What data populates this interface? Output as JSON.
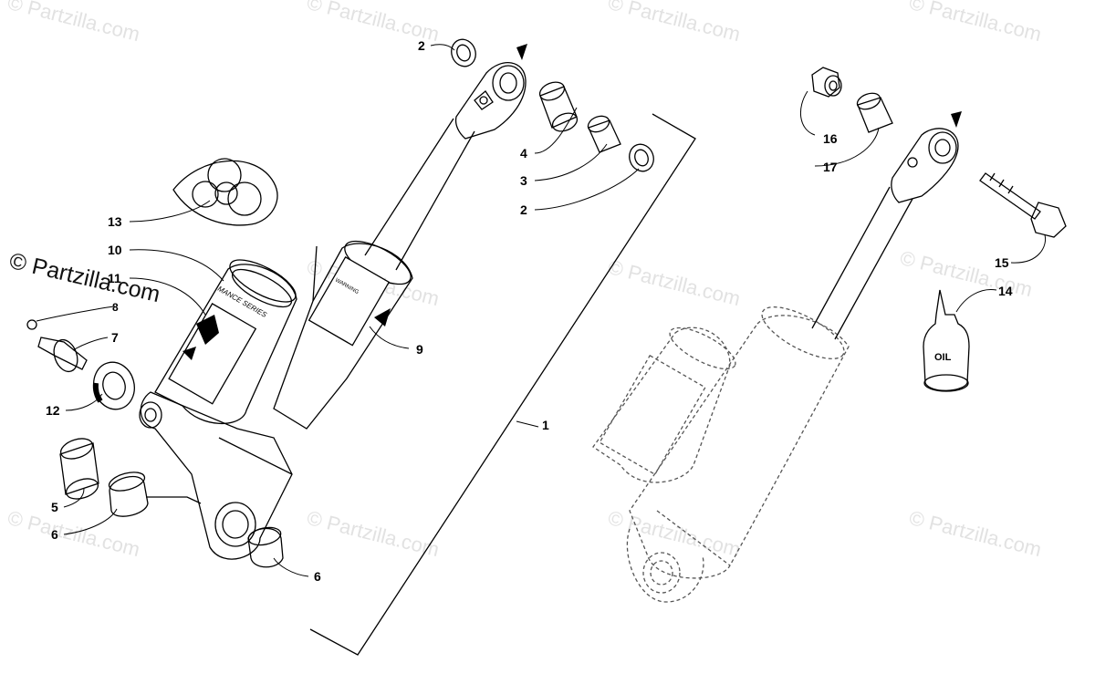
{
  "watermark": {
    "text": "© Partzilla.com",
    "main_text": "© Partzilla.com"
  },
  "decal_text": {
    "left_label": "MANCE SERIES",
    "oil_label": "OIL"
  },
  "callouts": [
    {
      "id": "c2a",
      "label": "2"
    },
    {
      "id": "c4",
      "label": "4"
    },
    {
      "id": "c3",
      "label": "3"
    },
    {
      "id": "c2b",
      "label": "2"
    },
    {
      "id": "c13",
      "label": "13"
    },
    {
      "id": "c10",
      "label": "10"
    },
    {
      "id": "c11",
      "label": "11"
    },
    {
      "id": "c8",
      "label": "8"
    },
    {
      "id": "c7",
      "label": "7"
    },
    {
      "id": "c12",
      "label": "12"
    },
    {
      "id": "c9",
      "label": "9"
    },
    {
      "id": "c1",
      "label": "1"
    },
    {
      "id": "c5",
      "label": "5"
    },
    {
      "id": "c6a",
      "label": "6"
    },
    {
      "id": "c6b",
      "label": "6"
    },
    {
      "id": "c16",
      "label": "16"
    },
    {
      "id": "c17",
      "label": "17"
    },
    {
      "id": "c15",
      "label": "15"
    },
    {
      "id": "c14",
      "label": "14"
    }
  ]
}
